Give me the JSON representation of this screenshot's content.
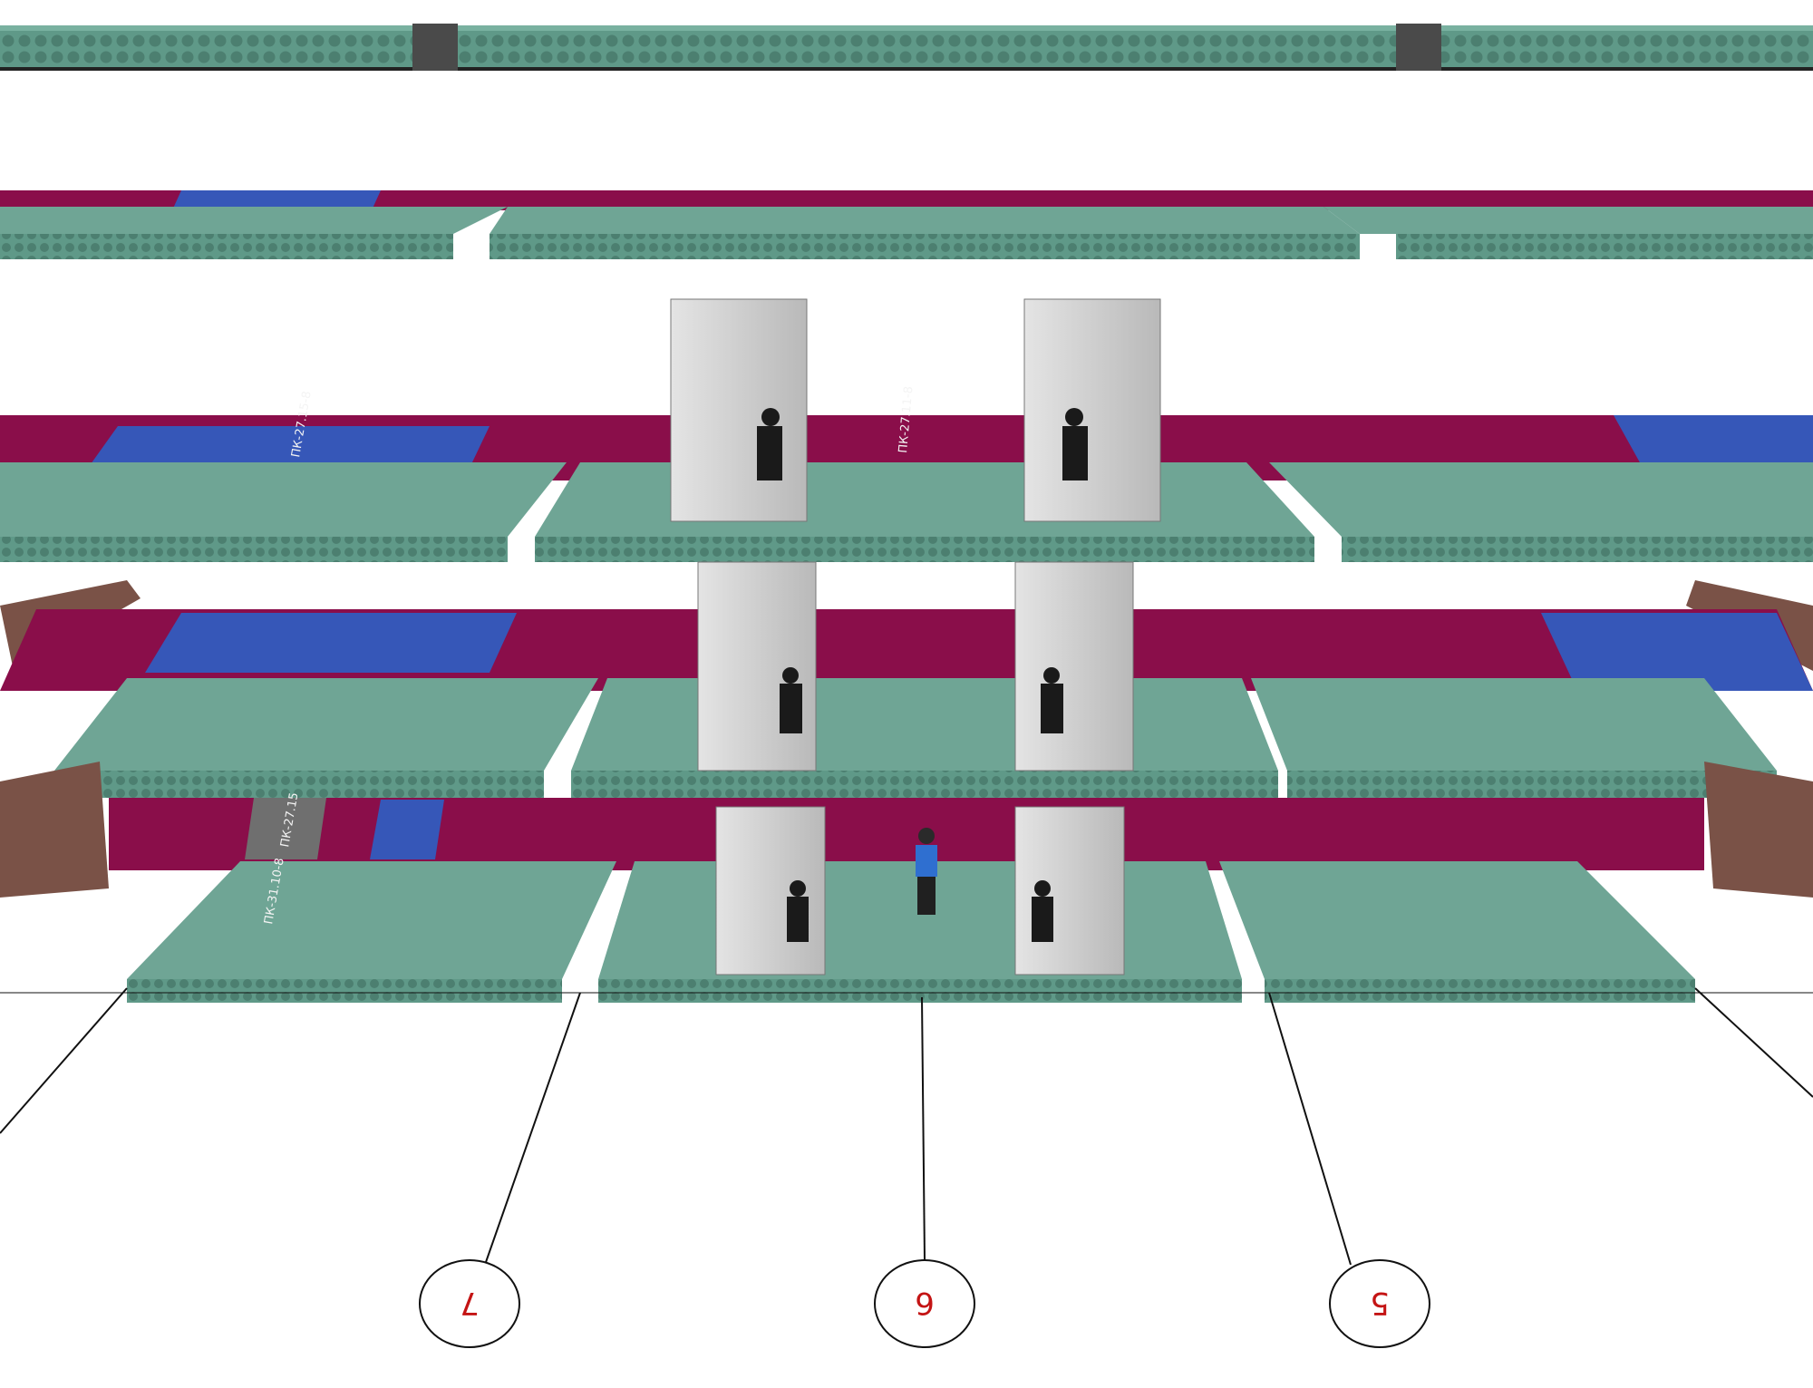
{
  "colors": {
    "green_slab": "#6fa595",
    "green_edge": "#4f8a79",
    "magenta_slab": "#8a0e4a",
    "blue_slab": "#3657b8",
    "gray_slab": "#6f6f6f",
    "brown_slab": "#7a5247",
    "cabin": "#cfcfcf",
    "axis_line": "#111111",
    "axis_label": "#c41414"
  },
  "slab_codes": {
    "green": "ПК-31.10-8",
    "magenta": "ПК-27.11-8",
    "blue": "ПК-27.15-8",
    "gray": "ПК-27.15"
  },
  "axes": [
    {
      "id": "axis-7",
      "label": "7"
    },
    {
      "id": "axis-6",
      "label": "6"
    },
    {
      "id": "axis-5",
      "label": "5"
    }
  ]
}
